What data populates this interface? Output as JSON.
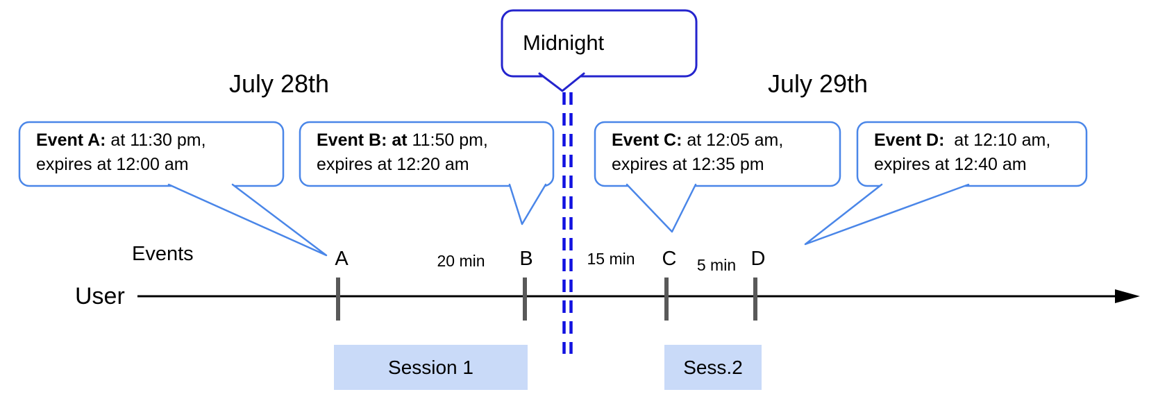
{
  "dates": {
    "left_label": "July 28th",
    "right_label": "July 29th"
  },
  "midnight_callout": {
    "label": "Midnight"
  },
  "event_callouts": [
    {
      "title_bold": "Event A:",
      "title_rest": " at 11:30 pm,",
      "line2": "expires at 12:00 am"
    },
    {
      "title_bold": "Event B: at",
      "title_rest": " 11:50 pm,",
      "line2": "expires at 12:20 am"
    },
    {
      "title_bold": "Event C:",
      "title_rest": " at 12:05 am,",
      "line2": "expires at 12:35 pm"
    },
    {
      "title_bold": "Event D:",
      "title_rest": "  at 12:10 am,",
      "line2": "expires at 12:40 am"
    }
  ],
  "timeline": {
    "row_label": "User",
    "events_label": "Events",
    "tick_labels": [
      "A",
      "B",
      "C",
      "D"
    ],
    "gap_labels": [
      "20 min",
      "15 min",
      "5 min"
    ]
  },
  "sessions": [
    {
      "label": "Session 1"
    },
    {
      "label": "Sess.2"
    }
  ],
  "colors": {
    "event_callout_border": "#4a86e8",
    "midnight_callout_border": "#2424cd",
    "midnight_dash_line": "#1212e0",
    "session_fill": "#c9daf8",
    "tick": "#595959",
    "timeline": "#000000",
    "text": "#000000"
  }
}
